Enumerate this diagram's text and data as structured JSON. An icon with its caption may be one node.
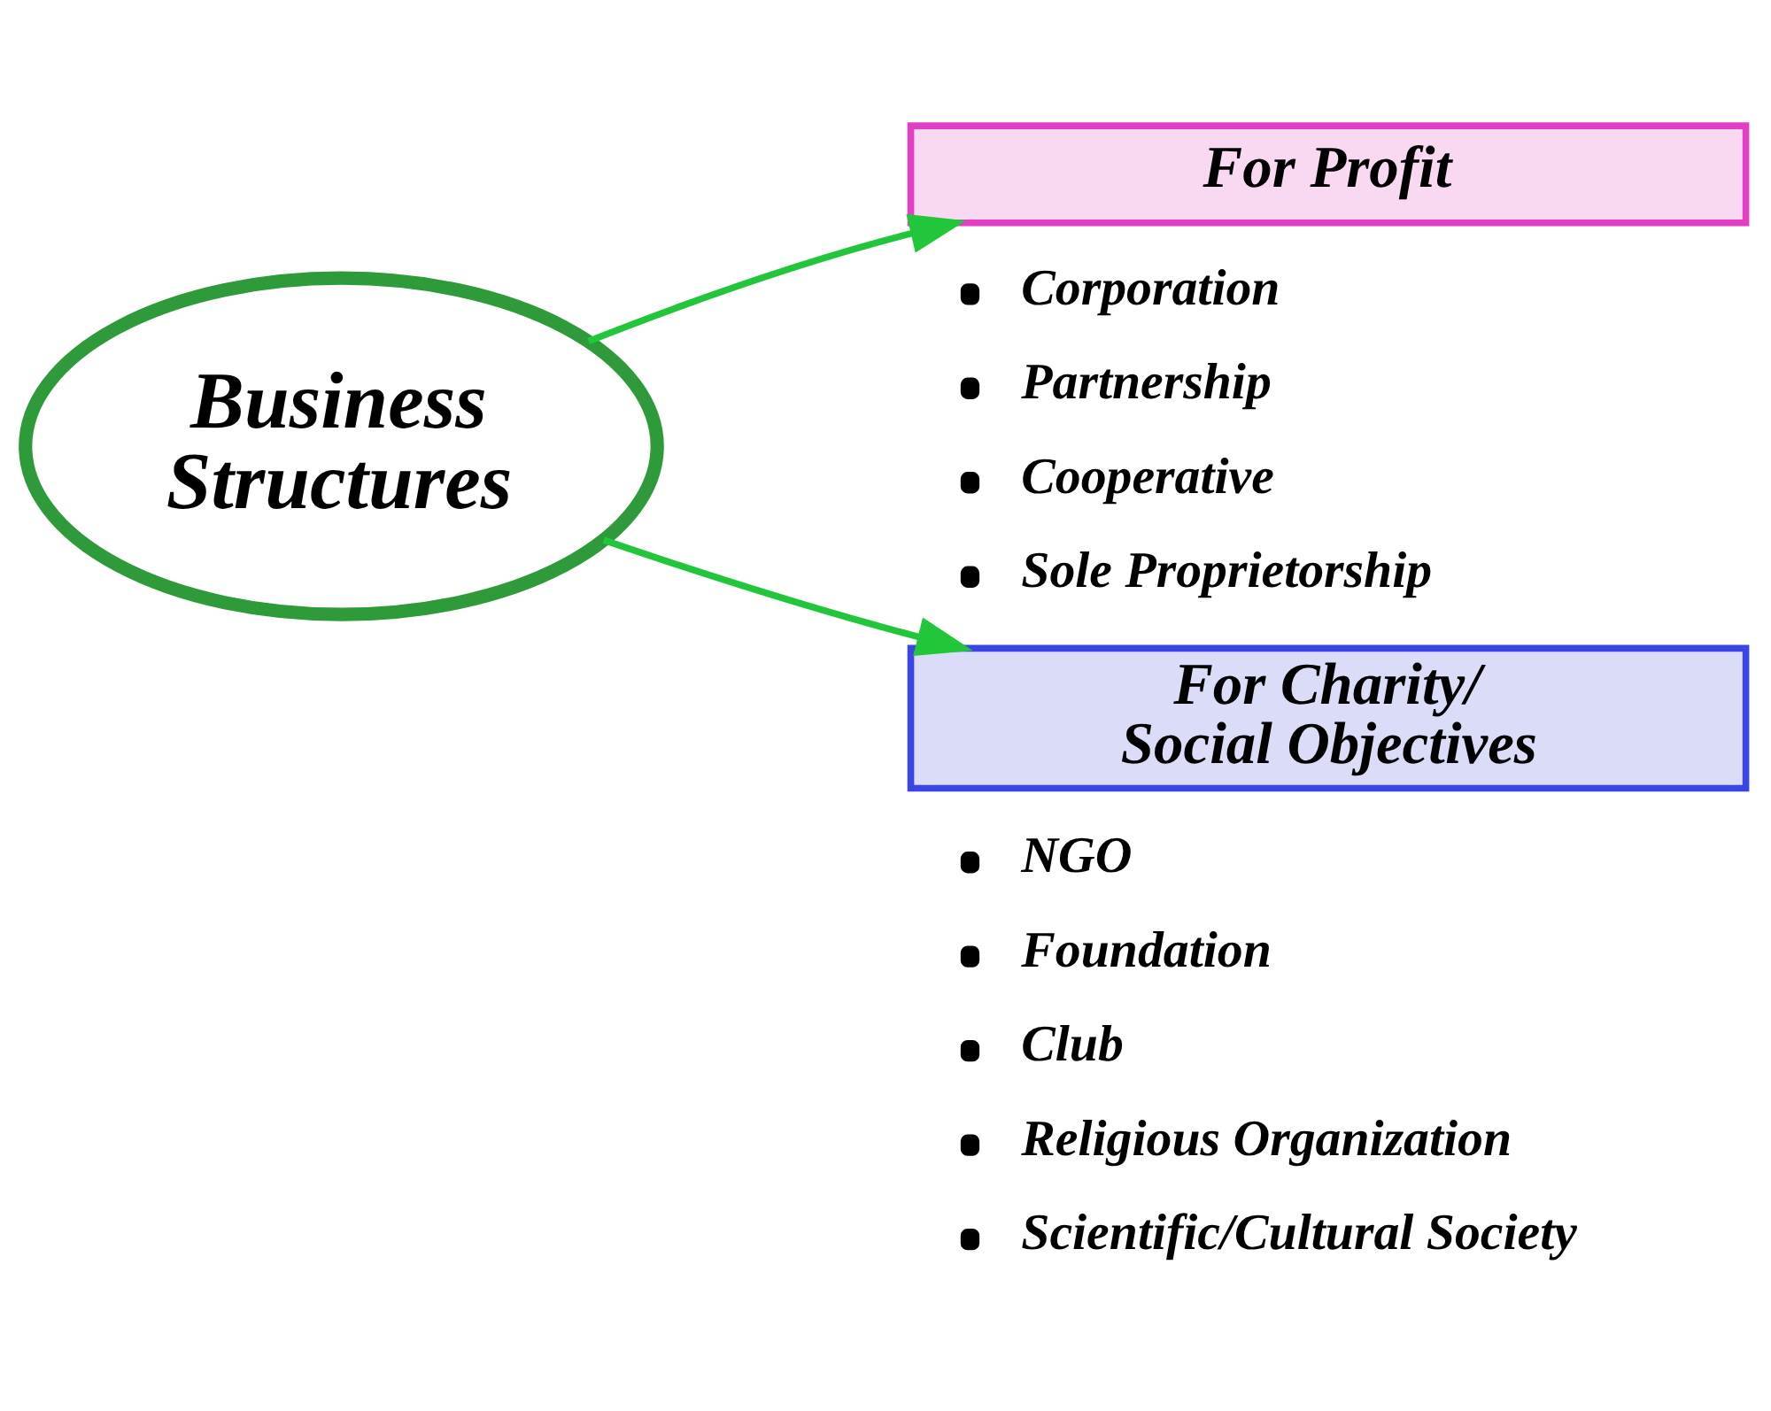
{
  "diagram": {
    "nodes": [
      {
        "text": [
          "Business Structures"
        ]
      },
      {
        "text": [
          "For Profit"
        ],
        "beside": [
          "Corporation",
          "Partnership",
          "Cooperative",
          "Sole Proprietorship"
        ]
      },
      {
        "text": [
          "For Charity/ Social Objectives"
        ],
        "beside": [
          "NGO",
          "Foundation",
          "Club",
          "Religious Organization",
          "Scientific/Cultural Society"
        ]
      }
    ],
    "edges": [
      {
        "from": 0,
        "to": 1,
        "arrow": "to"
      },
      {
        "from": 0,
        "to": 2,
        "arrow": "to"
      }
    ]
  }
}
